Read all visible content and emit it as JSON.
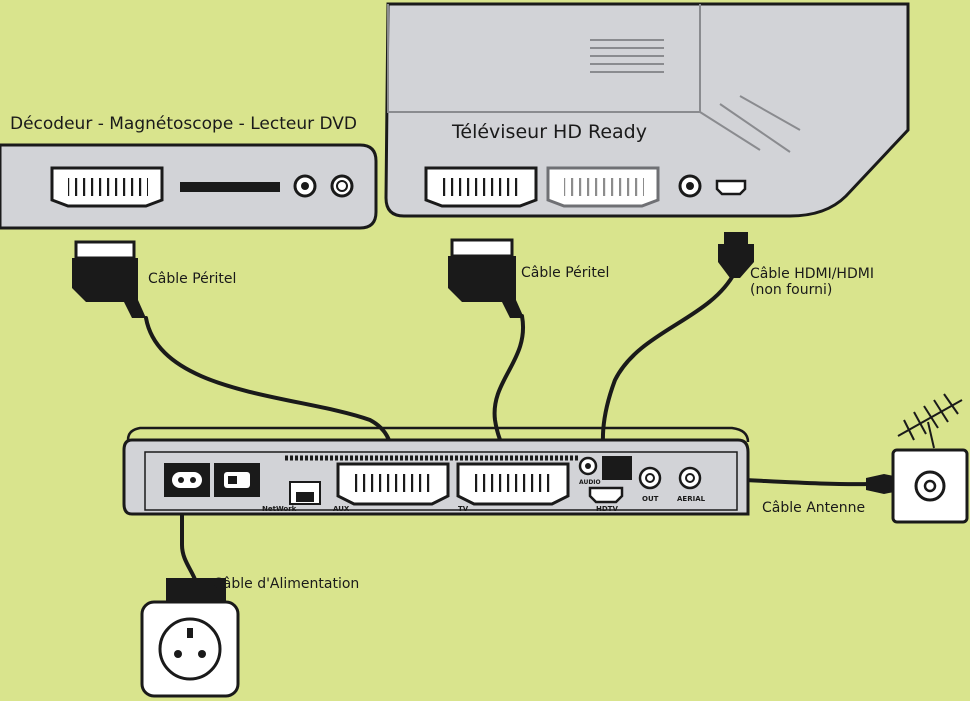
{
  "devices": {
    "decoder_title": "Décodeur - Magnétoscope - Lecteur DVD",
    "tv_title": "Téléviseur HD Ready"
  },
  "cables": {
    "peritel_left": "Câble Péritel",
    "peritel_right": "Câble Péritel",
    "hdmi_line1": "Câble HDMI/HDMI",
    "hdmi_line2": "(non fourni)",
    "antenna": "Câble Antenne",
    "power": "Câble d'Alimentation"
  },
  "box_ports": {
    "network": "NetWork",
    "aux": "AUX",
    "tv": "TV",
    "audio": "AUDIO",
    "hdtv": "HDTV",
    "out": "OUT",
    "aerial": "AERIAL"
  },
  "colors": {
    "background": "#d9e48d",
    "device_panel": "#d2d3d7",
    "outline": "#1a1a1a",
    "wall_plate": "#ffffff"
  }
}
